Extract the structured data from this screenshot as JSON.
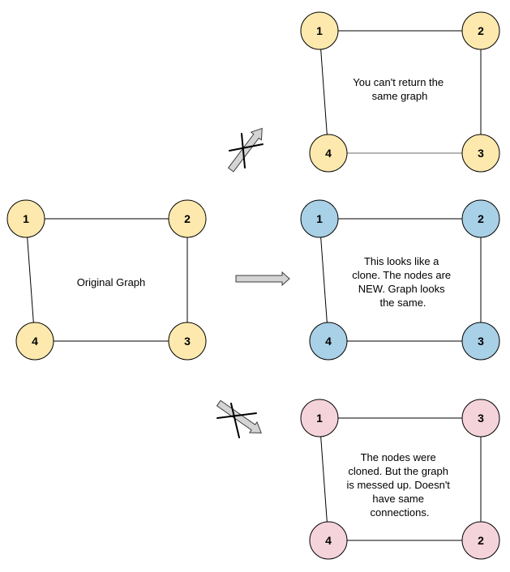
{
  "colors": {
    "original": "#fde9ad",
    "rejected_same": "#fde9ad",
    "clone": "#a8d0e6",
    "wrong_clone": "#f5d3db"
  },
  "original": {
    "nodes": [
      "1",
      "2",
      "3",
      "4"
    ],
    "caption": "Original Graph"
  },
  "same_graph": {
    "nodes": [
      "1",
      "2",
      "3",
      "4"
    ],
    "caption_lines": [
      "You can't return the",
      "same graph"
    ]
  },
  "correct_clone": {
    "nodes": [
      "1",
      "2",
      "3",
      "4"
    ],
    "caption_lines": [
      "This looks like a",
      "clone. The nodes are",
      "NEW. Graph looks",
      "the same."
    ]
  },
  "wrong_clone": {
    "nodes": [
      "1",
      "3",
      "2",
      "4"
    ],
    "caption_lines": [
      "The nodes were",
      "cloned. But the graph",
      "is messed up. Doesn't",
      "have same",
      "connections."
    ]
  }
}
